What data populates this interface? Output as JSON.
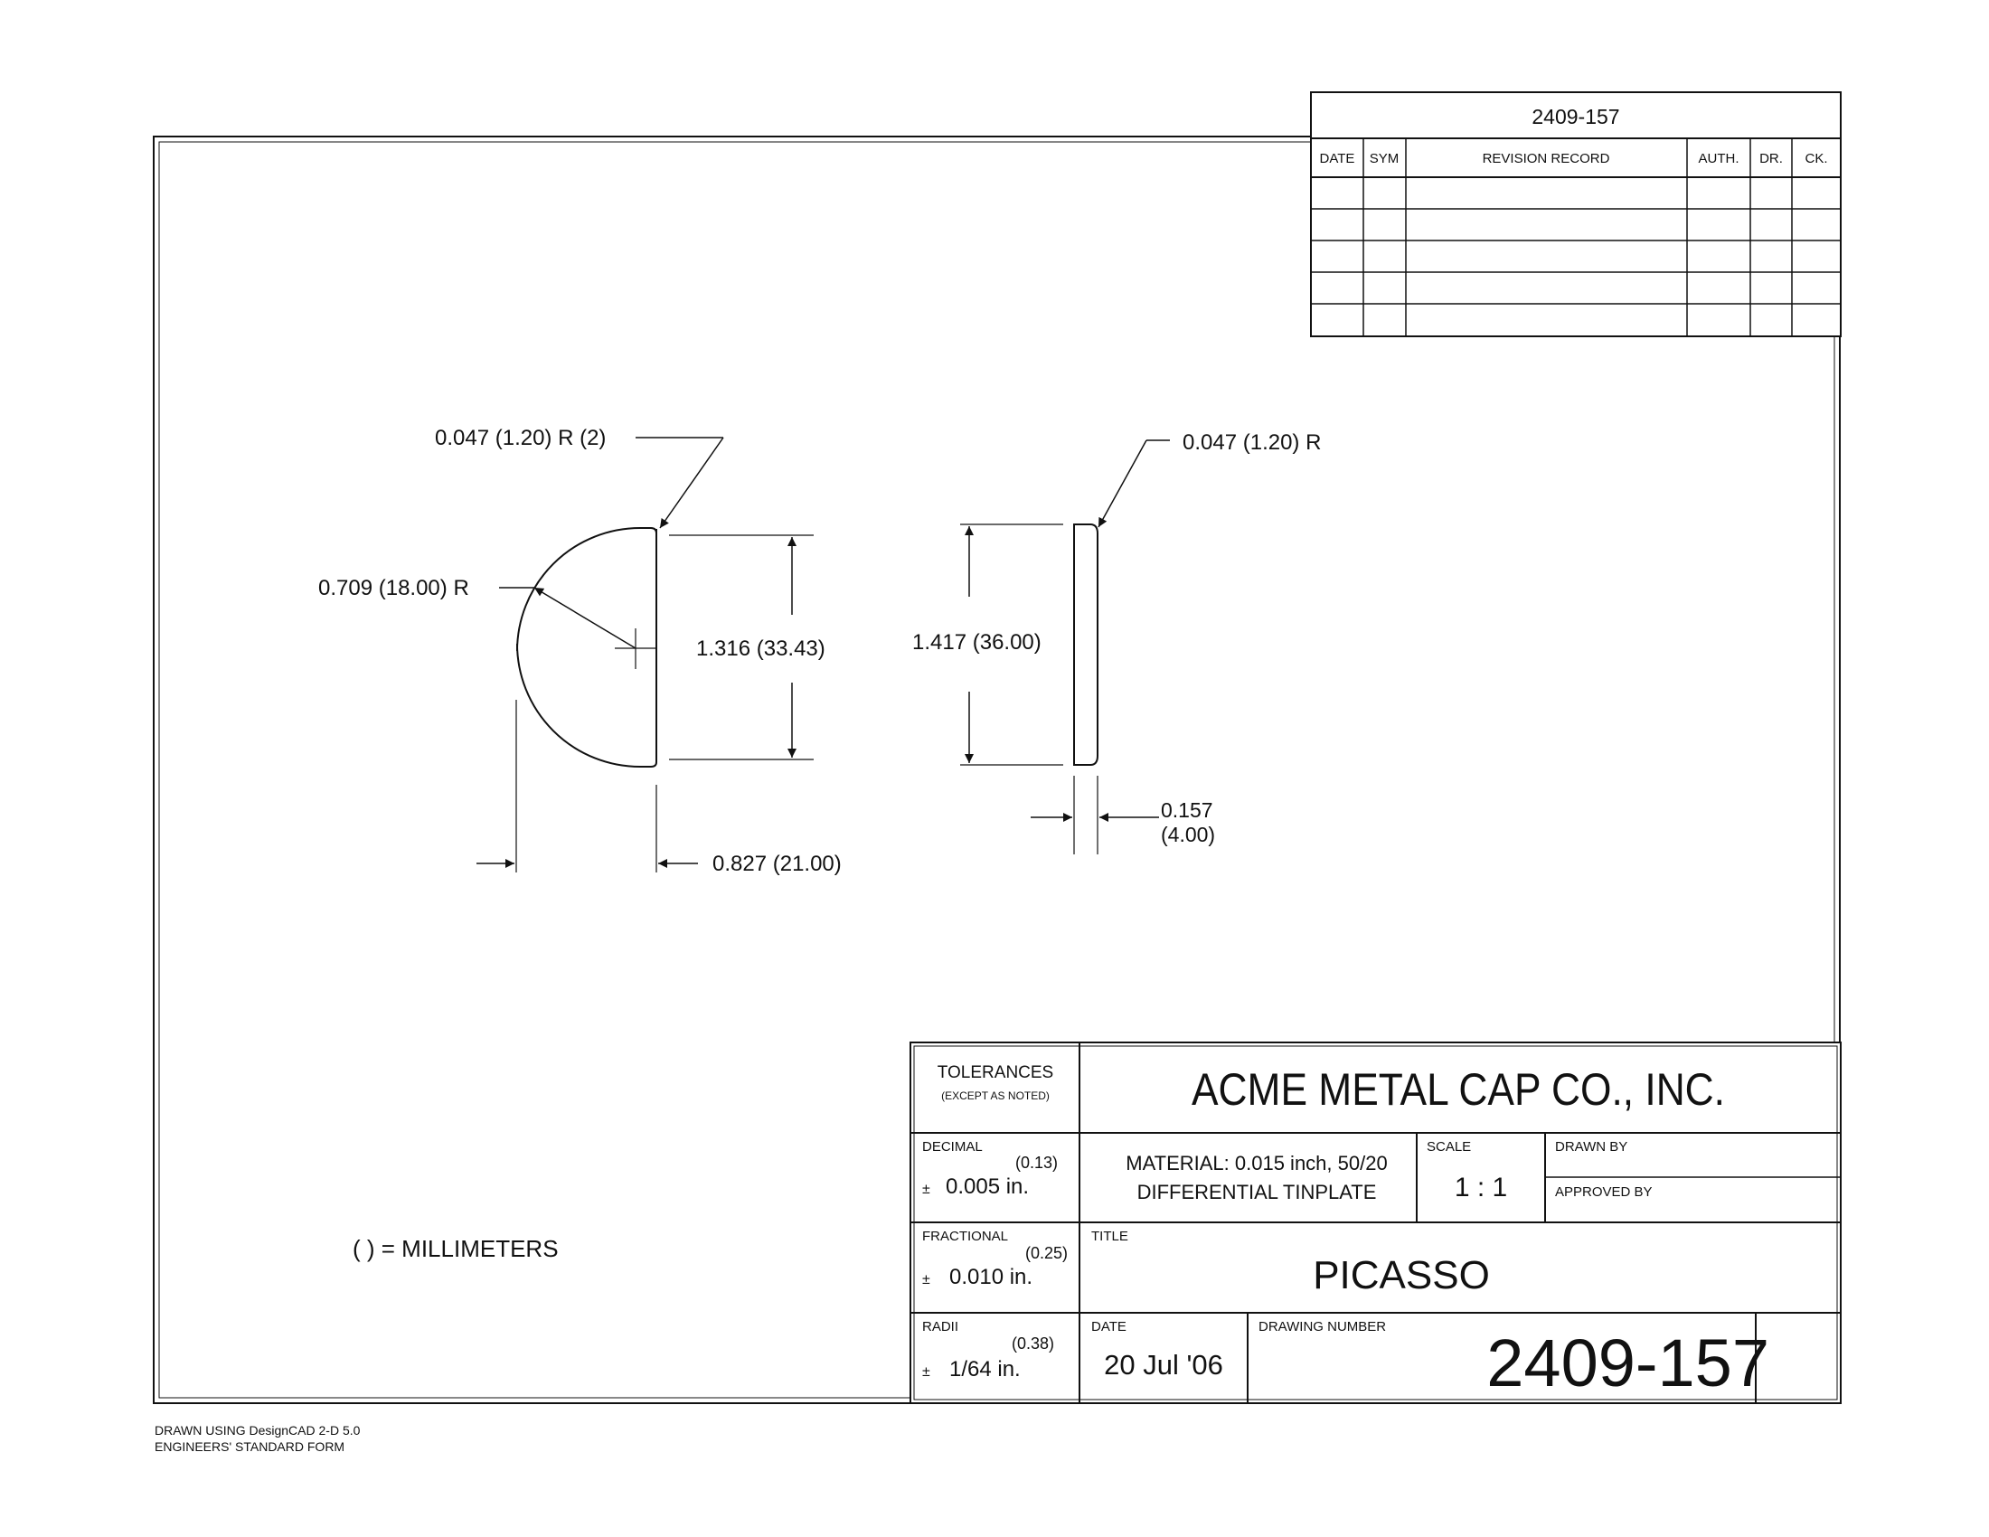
{
  "revision_block": {
    "drawing_number": "2409-157",
    "headers": {
      "date": "DATE",
      "sym": "SYM",
      "record": "REVISION RECORD",
      "auth": "AUTH.",
      "dr": "DR.",
      "ck": "CK."
    }
  },
  "drawing": {
    "left_view": {
      "corner_radius": "0.047 (1.20) R (2)",
      "arc_radius": "0.709 (18.00) R",
      "height": "1.316 (33.43)",
      "width": "0.827 (21.00)"
    },
    "right_view": {
      "corner_radius": "0.047 (1.20) R",
      "height": "1.417 (36.00)",
      "thickness_in": "0.157",
      "thickness_mm": "(4.00)"
    },
    "units_note": "( ) = MILLIMETERS"
  },
  "title_block": {
    "tolerances_label": "TOLERANCES",
    "except_note": "(EXCEPT AS NOTED)",
    "company": "ACME METAL CAP CO., INC.",
    "decimal": {
      "label": "DECIMAL",
      "mm": "(0.13)",
      "pm": "±",
      "value": "0.005 in."
    },
    "fractional": {
      "label": "FRACTIONAL",
      "mm": "(0.25)",
      "pm": "±",
      "value": "0.010 in."
    },
    "radii": {
      "label": "RADII",
      "mm": "(0.38)",
      "pm": "±",
      "value": "1/64 in."
    },
    "material_line1": "MATERIAL: 0.015 inch, 50/20",
    "material_line2": "DIFFERENTIAL TINPLATE",
    "scale_label": "SCALE",
    "scale_value": "1 : 1",
    "drawn_by_label": "DRAWN BY",
    "approved_by_label": "APPROVED BY",
    "title_label": "TITLE",
    "title_value": "PICASSO",
    "date_label": "DATE",
    "date_value": "20 Jul '06",
    "drawing_number_label": "DRAWING NUMBER",
    "drawing_number_value": "2409-157"
  },
  "footer": {
    "line1": "DRAWN USING DesignCAD 2-D 5.0",
    "line2": "ENGINEERS' STANDARD FORM"
  }
}
